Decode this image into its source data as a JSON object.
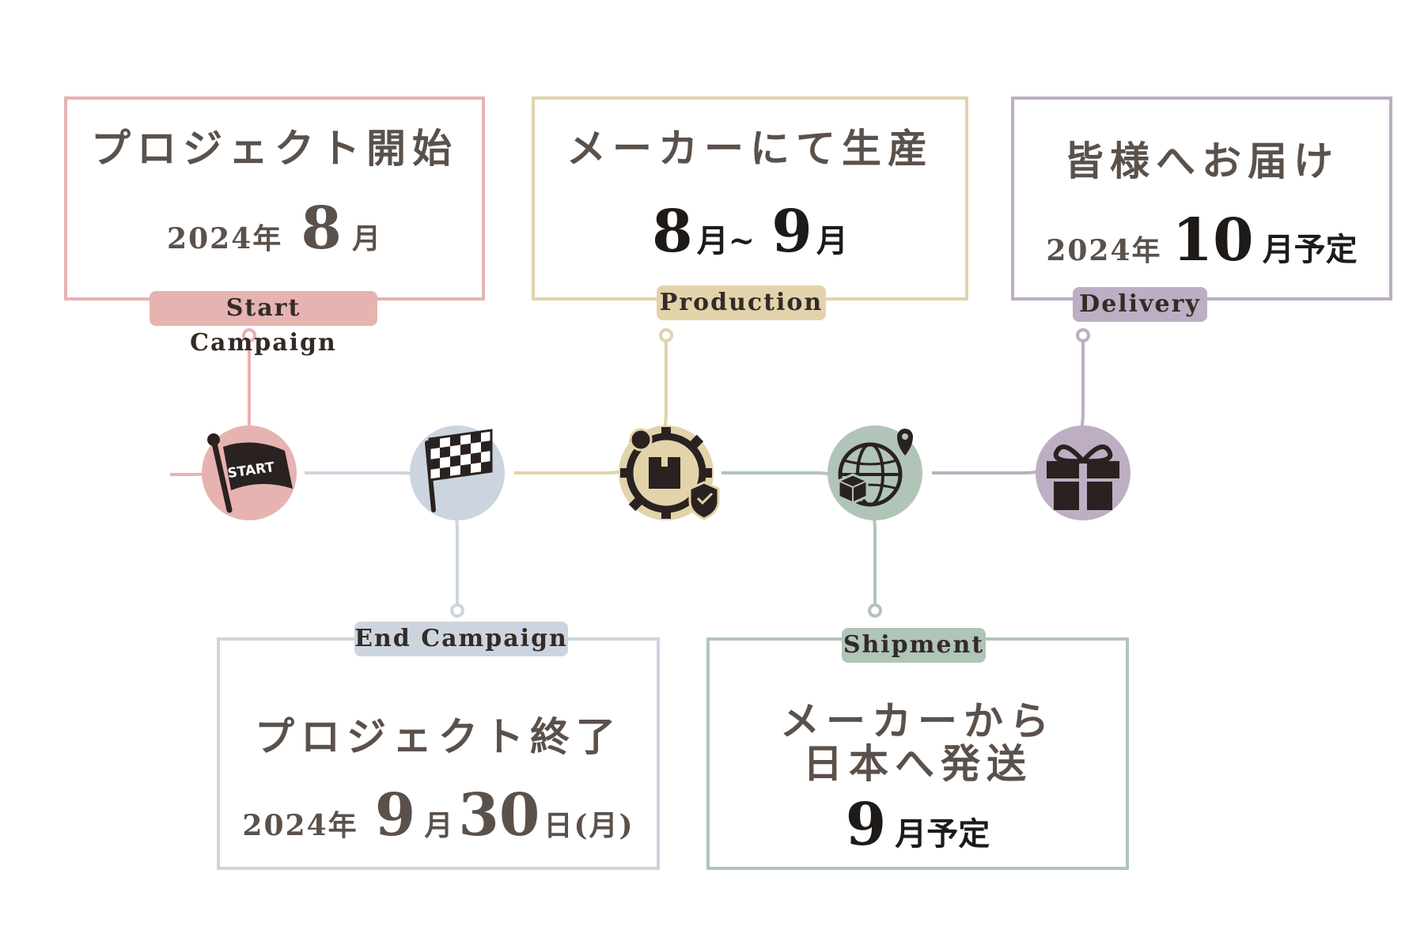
{
  "colors": {
    "start": "#e6b3b1",
    "end": "#ccd5df",
    "production": "#e2d3ab",
    "shipment": "#b1c4b8",
    "delivery": "#bdaec3",
    "icon_dark": "#2a2220"
  },
  "milestones": {
    "start": {
      "tag": "Start Campaign",
      "title": "プロジェクト開始",
      "year": "2024年",
      "month_num": "8",
      "month_unit": "月",
      "icon": "start-flag-icon",
      "flag_text": "START"
    },
    "end": {
      "tag": "End Campaign",
      "title": "プロジェクト終了",
      "year": "2024年",
      "month_num": "9",
      "month_unit": "月",
      "day_num": "30",
      "day_unit": "日(月)",
      "icon": "checkered-flag-icon"
    },
    "production": {
      "tag": "Production",
      "title": "メーカーにて生産",
      "from_num": "8",
      "from_unit": "月~",
      "to_num": "9",
      "to_unit": "月",
      "icon": "factory-gear-icon"
    },
    "shipment": {
      "tag": "Shipment",
      "title_line1": "メーカーから",
      "title_line2": "日本へ発送",
      "month_num": "9",
      "month_suffix": "月予定",
      "icon": "globe-shipping-icon"
    },
    "delivery": {
      "tag": "Delivery",
      "title": "皆様へお届け",
      "year": "2024年",
      "month_num": "10",
      "month_suffix": "月予定",
      "icon": "gift-box-icon"
    }
  }
}
